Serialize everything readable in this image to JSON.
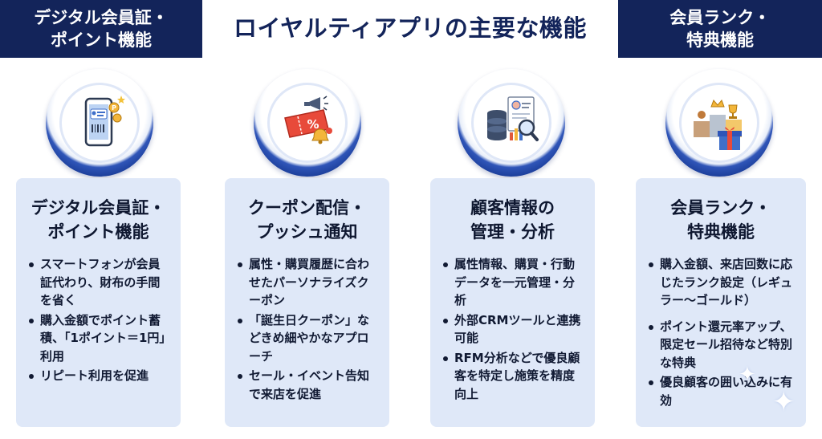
{
  "header": {
    "left_tag": [
      "デジタル会員証・",
      "ポイント機能"
    ],
    "title": "ロイヤルティアプリの主要な機能",
    "right_tag": [
      "会員ランク・",
      "特典機能"
    ]
  },
  "cards": [
    {
      "title_lines": [
        "デジタル会員証・",
        "ポイント機能"
      ],
      "icon": "phone-membership-card-icon",
      "bullets": [
        "スマートフォンが会員証代わり、財布の手間を省く",
        "購入金額でポイント蓄積、「1ポイント＝1円」利用",
        "リピート利用を促進"
      ]
    },
    {
      "title_lines": [
        "クーポン配信・",
        "プッシュ通知"
      ],
      "icon": "coupon-megaphone-icon",
      "bullets": [
        "属性・購買履歴に合わせたパーソナライズクーポン",
        "「誕生日クーポン」などきめ細やかなアプローチ",
        "セール・イベント告知で来店を促進"
      ]
    },
    {
      "title_lines": [
        "顧客情報の",
        "管理・分析"
      ],
      "icon": "customer-data-analysis-icon",
      "bullets": [
        "属性情報、購買・行動データを一元管理・分析",
        "外部CRMツールと連携可能",
        "RFM分析などで優良顧客を特定し施策を精度向上"
      ]
    },
    {
      "title_lines": [
        "会員ランク・",
        "特典機能"
      ],
      "icon": "rank-trophy-gift-icon",
      "bullets": [
        "購入金額、来店回数に応じたランク設定（レギュラー～ゴールド）",
        "ポイント還元率アップ、限定セール招待など特別な特典",
        "優良顧客の囲い込みに有効"
      ]
    }
  ],
  "colors": {
    "navy": "#13245a",
    "card_bg": "#dfe8f8",
    "ring": "#1a3c97"
  }
}
